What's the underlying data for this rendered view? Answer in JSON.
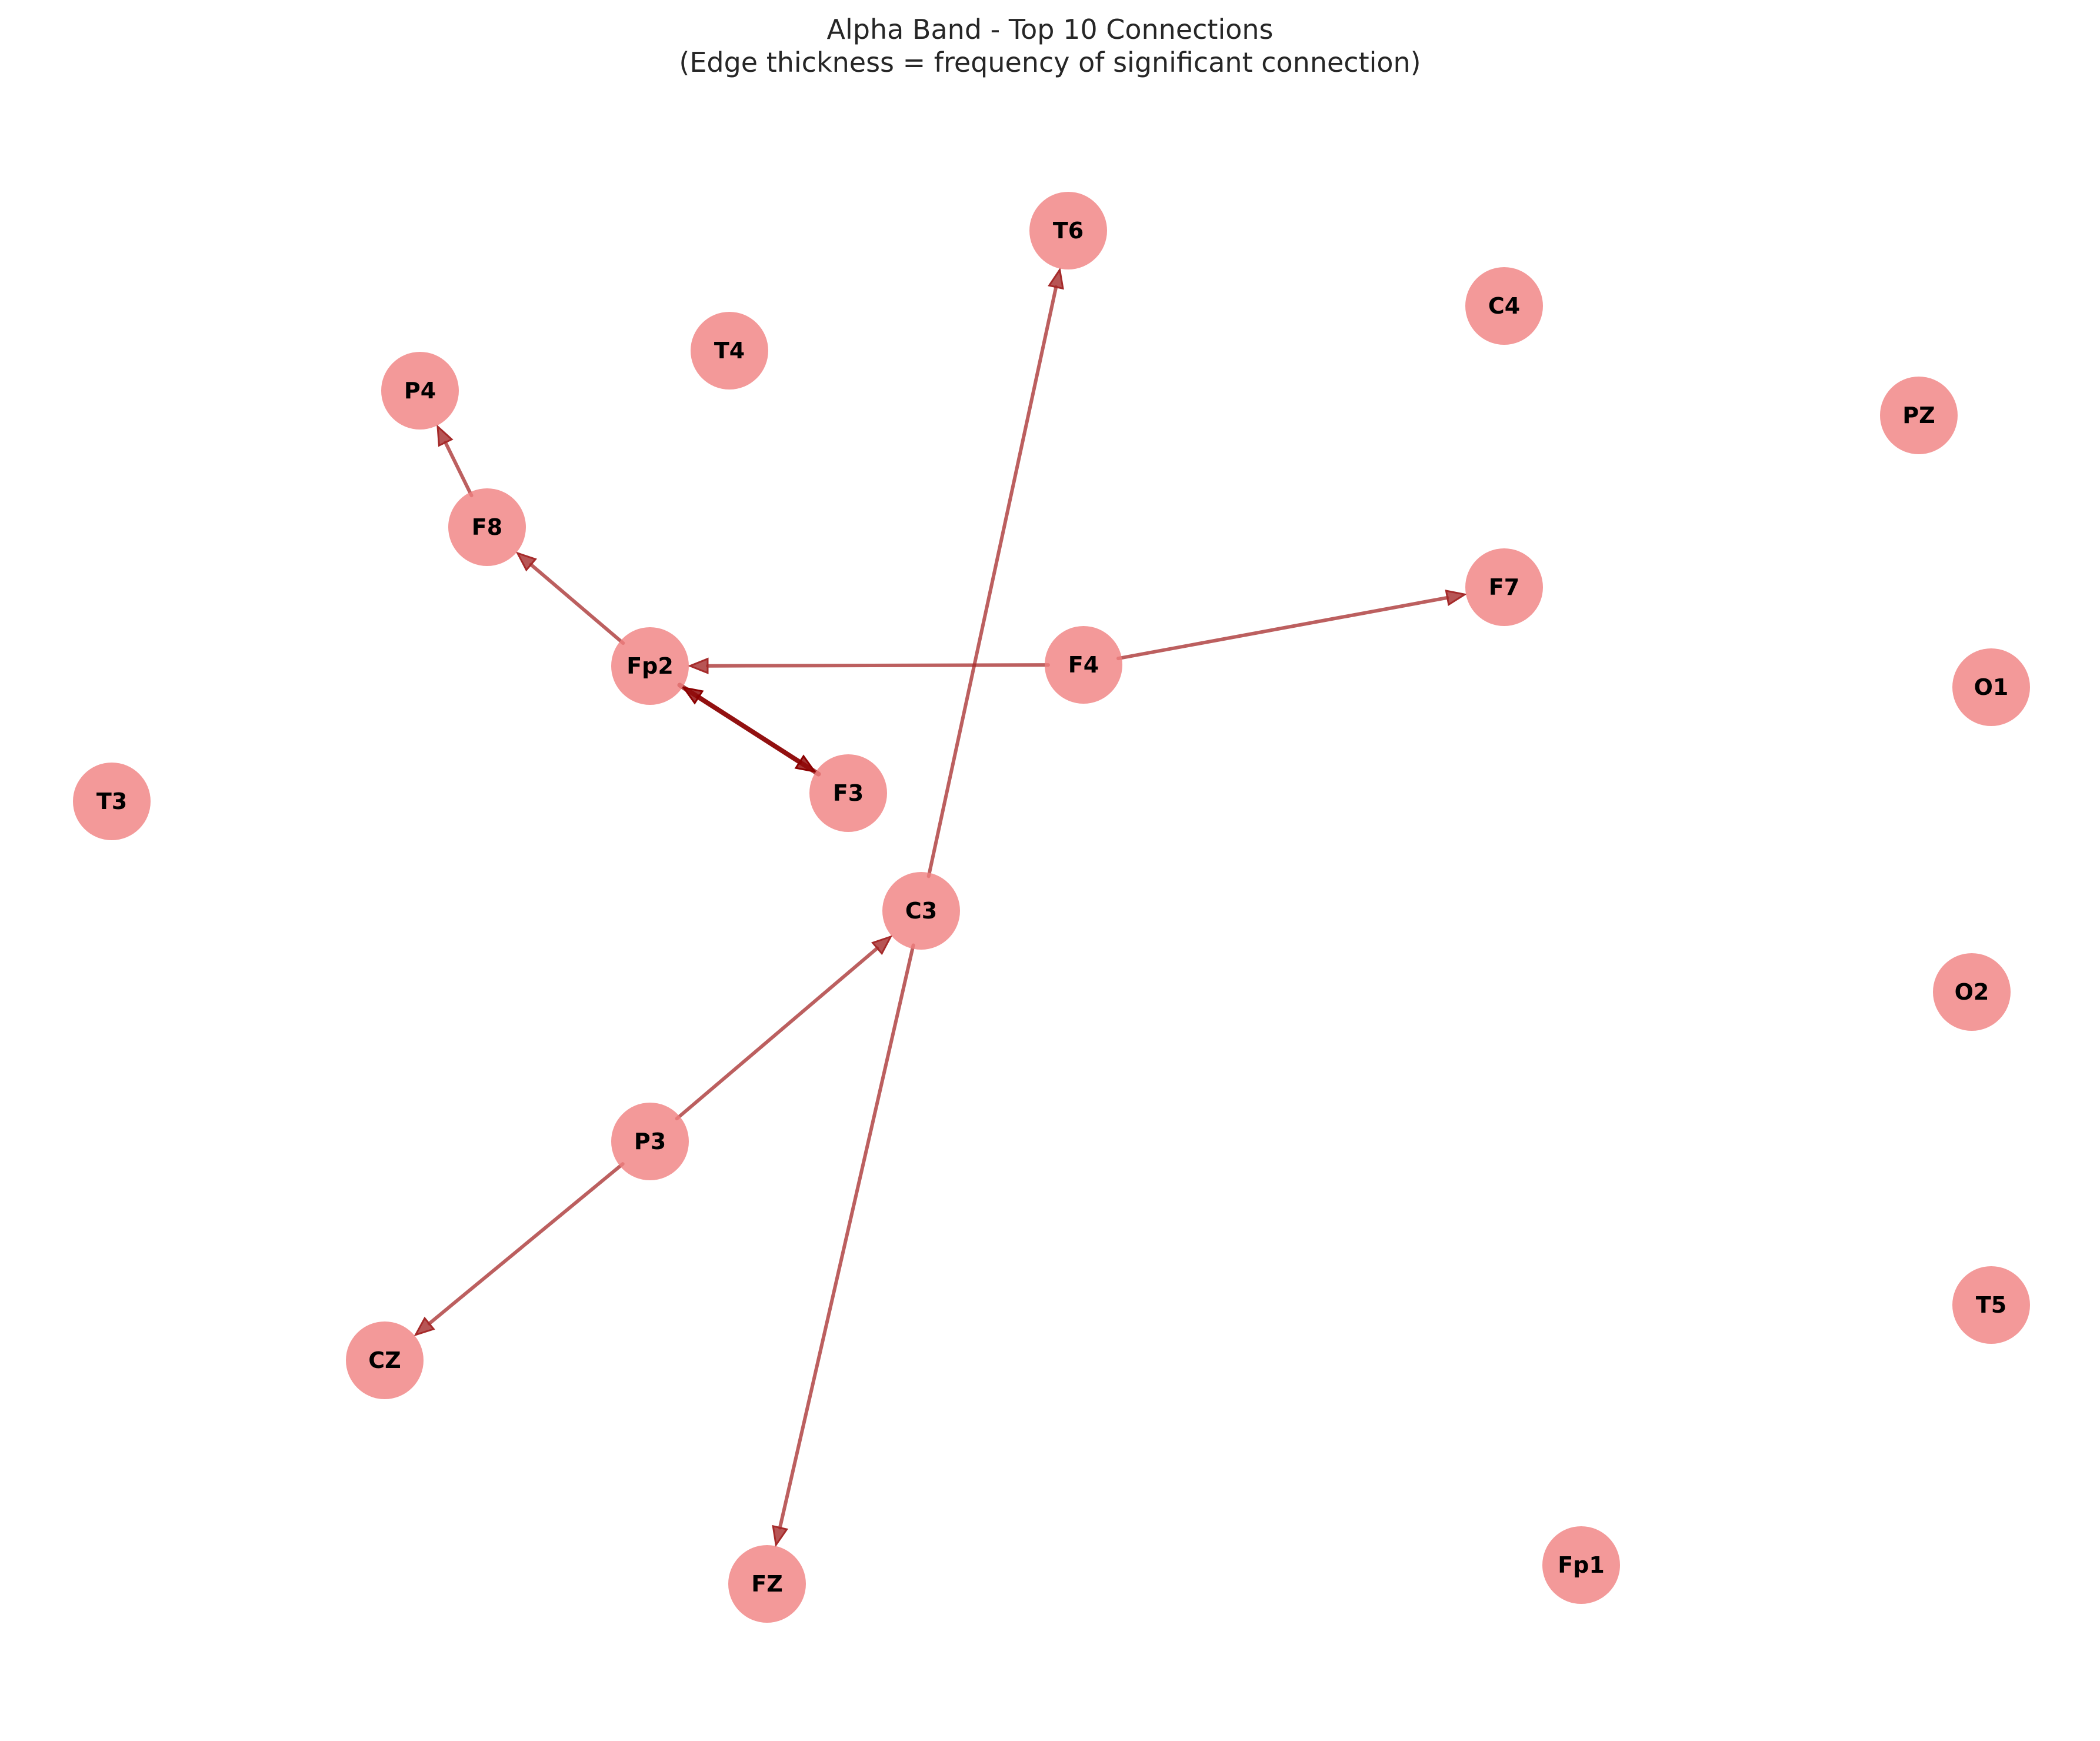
{
  "title": {
    "line1": "Alpha Band - Top 10 Connections",
    "line2": "(Edge thickness = frequency of significant connection)"
  },
  "colors": {
    "node_fill": "#f08080",
    "edge": "#a52a2a",
    "edge_strong": "#8b0000",
    "label": "#000000"
  },
  "nodes": [
    {
      "id": "T6"
    },
    {
      "id": "C4"
    },
    {
      "id": "T4"
    },
    {
      "id": "P4"
    },
    {
      "id": "PZ"
    },
    {
      "id": "F8"
    },
    {
      "id": "F7"
    },
    {
      "id": "Fp2"
    },
    {
      "id": "F4"
    },
    {
      "id": "O1"
    },
    {
      "id": "F3"
    },
    {
      "id": "T3"
    },
    {
      "id": "C3"
    },
    {
      "id": "O2"
    },
    {
      "id": "P3"
    },
    {
      "id": "T5"
    },
    {
      "id": "CZ"
    },
    {
      "id": "FZ"
    },
    {
      "id": "Fp1"
    }
  ],
  "edges": [
    {
      "from": "C3",
      "to": "T6",
      "weight": 1
    },
    {
      "from": "C3",
      "to": "FZ",
      "weight": 1
    },
    {
      "from": "F8",
      "to": "P4",
      "weight": 1
    },
    {
      "from": "Fp2",
      "to": "F8",
      "weight": 1
    },
    {
      "from": "F4",
      "to": "Fp2",
      "weight": 1
    },
    {
      "from": "F4",
      "to": "F7",
      "weight": 1
    },
    {
      "from": "Fp2",
      "to": "F3",
      "weight": 2
    },
    {
      "from": "F3",
      "to": "Fp2",
      "weight": 2
    },
    {
      "from": "P3",
      "to": "C3",
      "weight": 1
    },
    {
      "from": "P3",
      "to": "CZ",
      "weight": 1
    }
  ]
}
